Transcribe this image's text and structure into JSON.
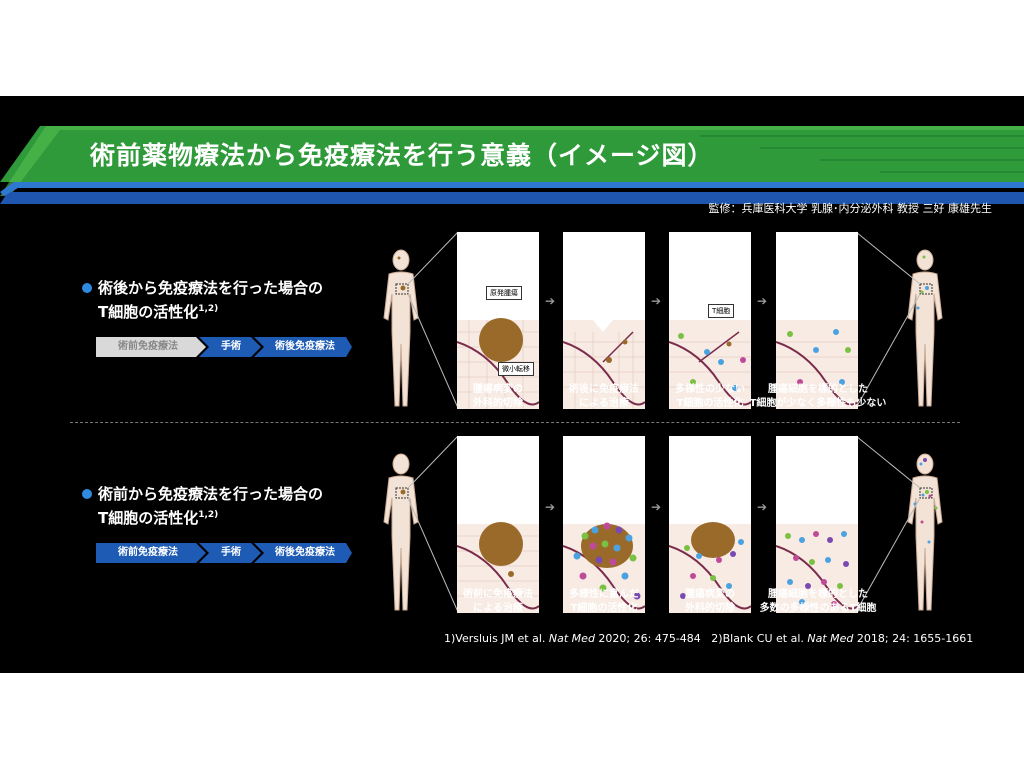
{
  "title": "術前薬物療法から免疫療法を行う意義（イメージ図）",
  "supervisor": "監修：兵庫医科大学 乳腺･内分泌外科 教授 三好 康雄先生",
  "scenario1": {
    "heading_line1": "術後から免疫療法を行った場合の",
    "heading_line2": "T細胞の活性化",
    "heading_sup": "1,2)",
    "steps": [
      "術前免疫療法",
      "手術",
      "術後免疫療法"
    ],
    "panel_labels": [
      "原発腫瘍",
      "微小転移",
      "T細胞"
    ],
    "captions": [
      [
        "腫瘍病変の",
        "外科的切除"
      ],
      [
        "術後に免疫療法",
        "による治療"
      ],
      [
        "多様性の少ない",
        "T細胞の活性化"
      ],
      [
        "腫瘍細胞を標的とした",
        "T細胞が少なく多様性も少ない"
      ]
    ]
  },
  "scenario2": {
    "heading_line1": "術前から免疫療法を行った場合の",
    "heading_line2": "T細胞の活性化",
    "heading_sup": "1,2)",
    "steps": [
      "術前免疫療法",
      "手術",
      "術後免疫療法"
    ],
    "captions": [
      [
        "術前に免疫療法",
        "による治療"
      ],
      [
        "多様性に富んだ",
        "T細胞の活性化"
      ],
      [
        "腫瘍病変の",
        "外科的切除"
      ],
      [
        "腫瘍細胞を標的とした",
        "多数の多様性のあるT細胞"
      ]
    ]
  },
  "references": {
    "ref1_prefix": "1)Versluis JM et al. ",
    "ref1_journal": "Nat Med",
    "ref1_suffix": " 2020; 26: 475-484",
    "ref2_prefix": "2)Blank CU et al. ",
    "ref2_journal": "Nat Med",
    "ref2_suffix": " 2018; 24: 1655-1661"
  },
  "colors": {
    "banner_green": "#2f9a3a",
    "banner_blue": "#1f56b0",
    "step_active": "#1d5bb5",
    "step_inactive": "#d9d9d9",
    "tumor": "#9a6a2a",
    "vessel": "#7a2a4a"
  }
}
